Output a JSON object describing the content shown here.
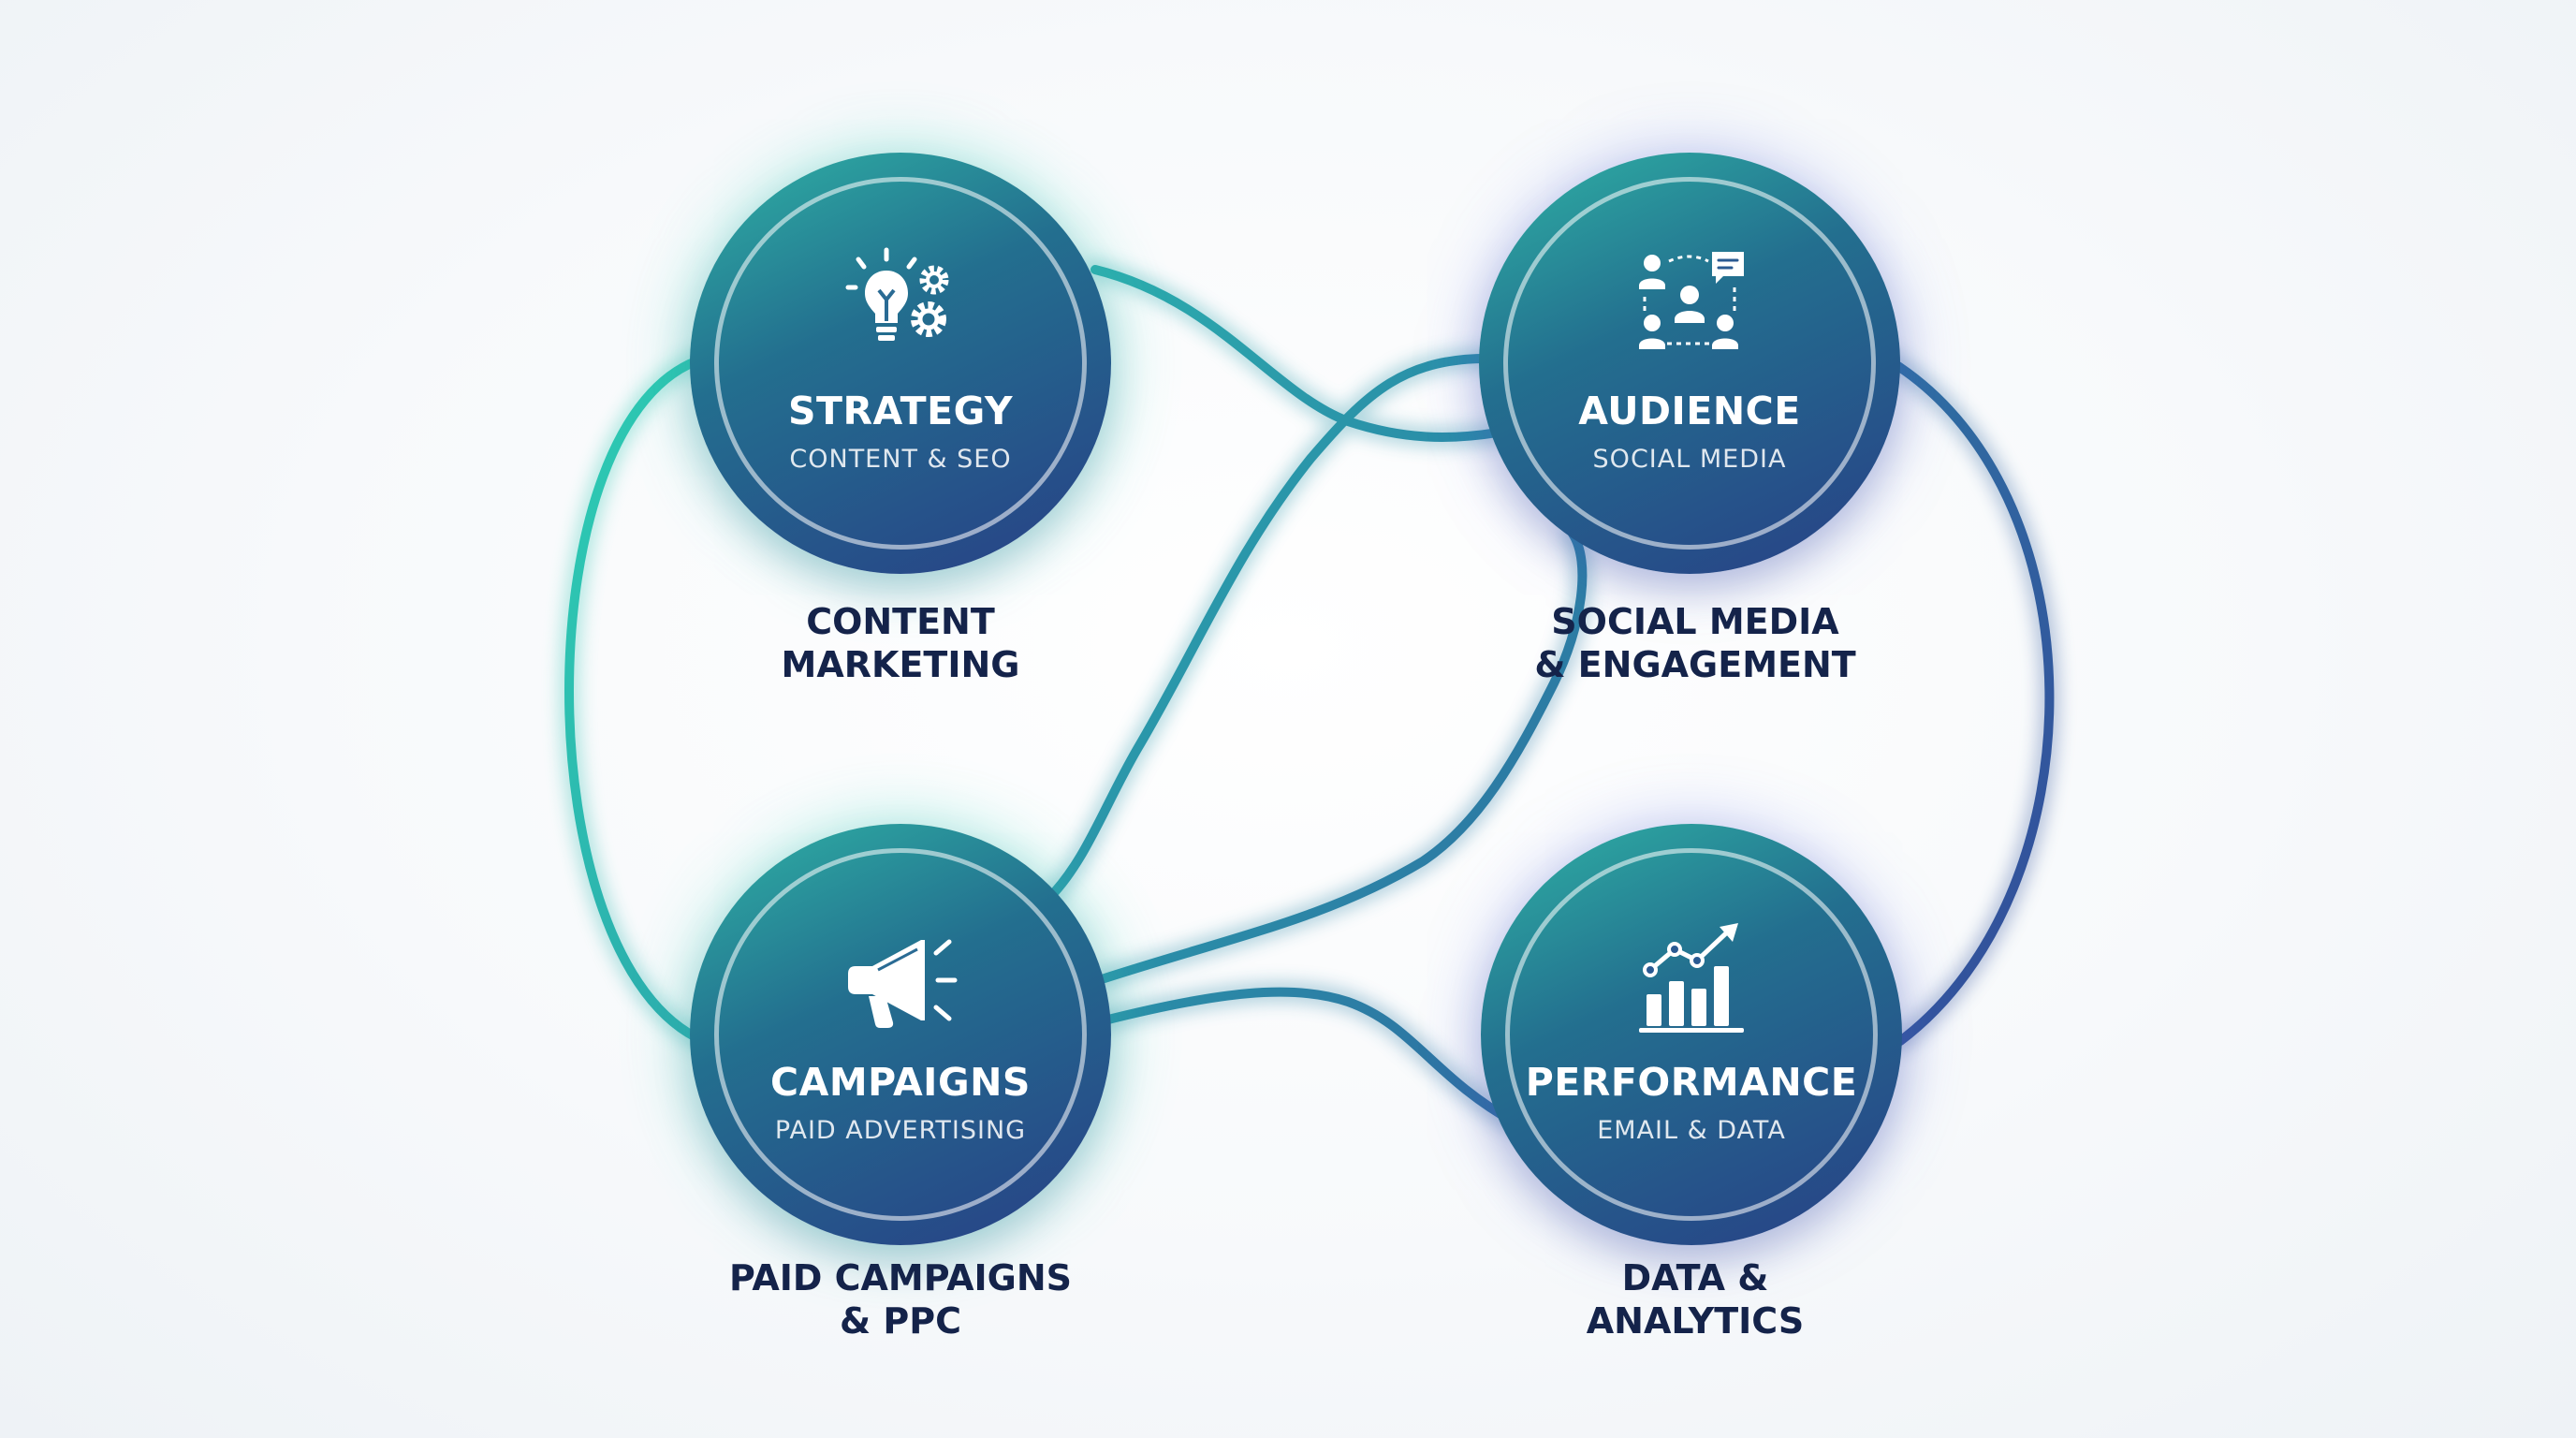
{
  "nodes": [
    {
      "title": "STRATEGY",
      "subtitle": "CONTENT & SEO",
      "icon": "lightbulb-gears-icon",
      "caption": [
        "CONTENT",
        "MARKETING"
      ]
    },
    {
      "title": "AUDIENCE",
      "subtitle": "SOCIAL MEDIA",
      "icon": "people-network-chat-icon",
      "caption": [
        "SOCIAL MEDIA",
        "& ENGAGEMENT"
      ]
    },
    {
      "title": "CAMPAIGNS",
      "subtitle": "PAID ADVERTISING",
      "icon": "megaphone-icon",
      "caption": [
        "PAID CAMPAIGNS",
        "& PPC"
      ]
    },
    {
      "title": "PERFORMANCE",
      "subtitle": "EMAIL & DATA",
      "icon": "bar-chart-trend-icon",
      "caption": [
        "DATA &",
        "ANALYTICS"
      ]
    }
  ],
  "colors": {
    "teal": "#2ed3b4",
    "navy": "#2a3f86",
    "caption": "#14234a"
  }
}
